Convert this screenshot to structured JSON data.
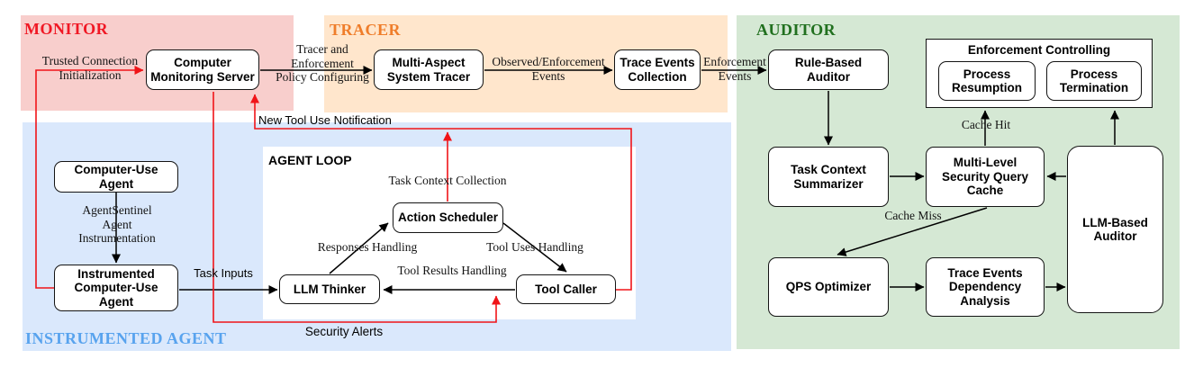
{
  "regions": {
    "monitor": {
      "title": "MONITOR",
      "bg": "#f8cecc",
      "title_color": "#f01824"
    },
    "tracer": {
      "title": "TRACER",
      "bg": "#ffe6cc",
      "title_color": "#ef7d2a"
    },
    "auditor": {
      "title": "AUDITOR",
      "bg": "#d5e8d4",
      "title_color": "#21701f"
    },
    "instrumented": {
      "title": "INSTRUMENTED AGENT",
      "bg": "#dae8fc",
      "title_color": "#58a3ee"
    },
    "agent_loop": {
      "title": "AGENT LOOP",
      "bg": "#ffffff"
    }
  },
  "nodes": {
    "computer_monitoring_server": {
      "label": "Computer\nMonitoring Server"
    },
    "multi_aspect_system_tracer": {
      "label": "Multi-Aspect\nSystem Tracer"
    },
    "trace_events_collection": {
      "label": "Trace Events\nCollection"
    },
    "rule_based_auditor": {
      "label": "Rule-Based\nAuditor"
    },
    "enforcement_controlling": {
      "label": "Enforcement Controlling"
    },
    "process_resumption": {
      "label": "Process\nResumption"
    },
    "process_termination": {
      "label": "Process\nTermination"
    },
    "task_context_summarizer": {
      "label": "Task Context\nSummarizer"
    },
    "multi_level_security_query_cache": {
      "label": "Multi-Level\nSecurity Query\nCache"
    },
    "llm_based_auditor": {
      "label": "LLM-Based\nAuditor"
    },
    "qps_optimizer": {
      "label": "QPS Optimizer"
    },
    "trace_events_dependency_analysis": {
      "label": "Trace Events\nDependency\nAnalysis"
    },
    "computer_use_agent": {
      "label": "Computer-Use\nAgent"
    },
    "instrumented_computer_use_agent": {
      "label": "Instrumented\nComputer-Use\nAgent"
    },
    "llm_thinker": {
      "label": "LLM Thinker"
    },
    "action_scheduler": {
      "label": "Action Scheduler"
    },
    "tool_caller": {
      "label": "Tool Caller"
    }
  },
  "edge_labels": {
    "trusted_connection": "Trusted Connection\nInitialization",
    "tracer_policy": "Tracer and\nEnforcement\nPolicy Configuring",
    "observed_events": "Observed/Enforcement\nEvents",
    "enforcement_events": "Enforcement\nEvents",
    "new_tool_use": "New Tool Use Notification",
    "agentsentinel": "AgentSentinel\nAgent\nInstrumentation",
    "task_inputs": "Task Inputs",
    "task_context_collection": "Task Context Collection",
    "responses_handling": "Responses Handling",
    "tool_uses_handling": "Tool Uses Handling",
    "tool_results_handling": "Tool Results Handling",
    "security_alerts": "Security Alerts",
    "cache_hit": "Cache Hit",
    "cache_miss": "Cache Miss"
  },
  "colors": {
    "arrow_black": "#000000",
    "arrow_red": "#f01418",
    "box_border": "#141414"
  }
}
